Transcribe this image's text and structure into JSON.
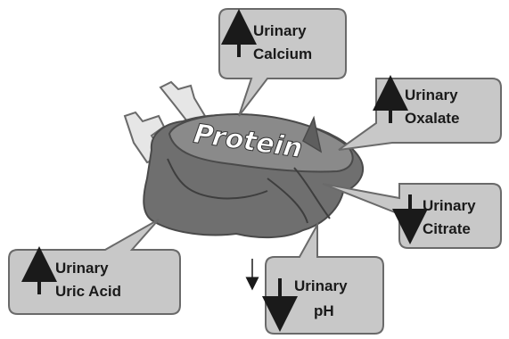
{
  "center_label": "Protein",
  "callouts": {
    "calcium": {
      "direction": "up",
      "line1": "Urinary",
      "line2": "Calcium"
    },
    "oxalate": {
      "direction": "up",
      "line1": "Urinary",
      "line2": "Oxalate"
    },
    "citrate": {
      "direction": "down",
      "line1": "Urinary",
      "line2": "Citrate"
    },
    "uric_acid": {
      "direction": "up",
      "line1": "Urinary",
      "line2": "Uric Acid"
    },
    "ph": {
      "direction": "down",
      "line1": "Urinary",
      "line2": "pH"
    }
  },
  "colors": {
    "callout_fill": "#c8c8c8",
    "callout_stroke": "#6a6a6a",
    "meat_dark": "#6f6f6f",
    "meat_mid": "#8a8a8a",
    "bone": "#e6e6e6",
    "text": "#1a1a1a"
  }
}
